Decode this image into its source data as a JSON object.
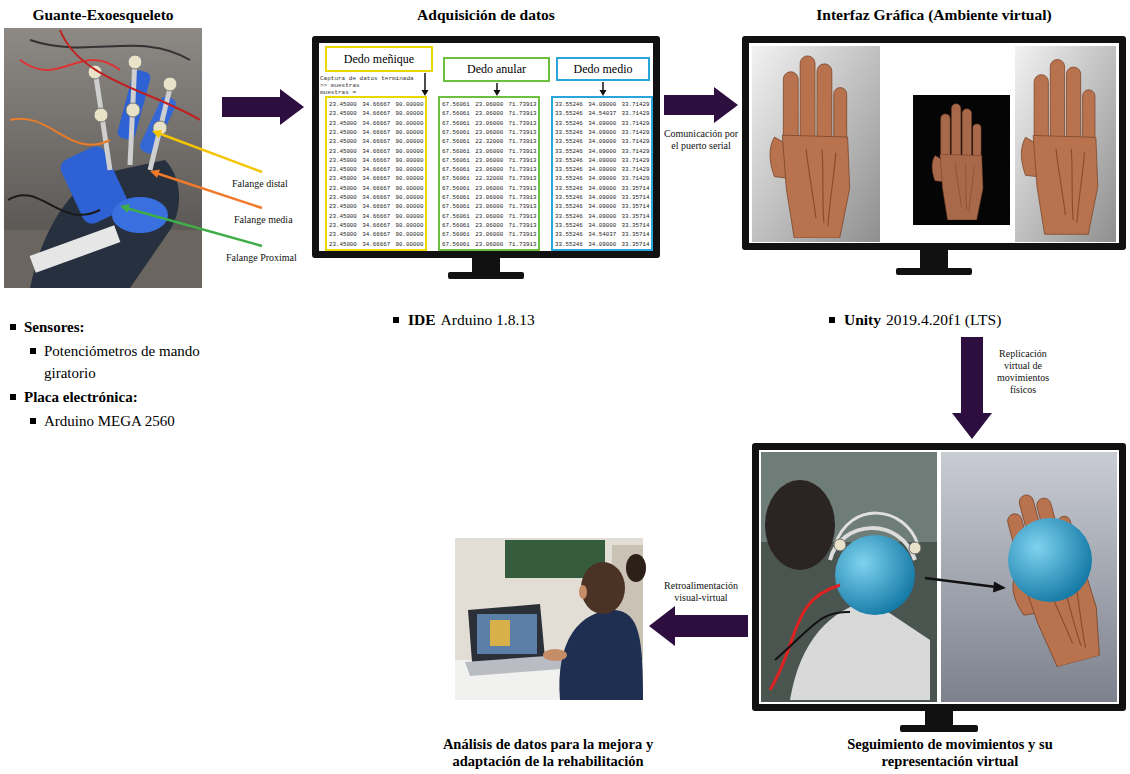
{
  "diagram": {
    "nodes": [
      {
        "text": [
          "Guante-Exoesqueleto"
        ]
      },
      {
        "text": [
          "Adquisición de datos"
        ]
      },
      {
        "text": [
          "Dedo meñique"
        ],
        "in": 1
      },
      {
        "text": [
          "Dedo anular"
        ],
        "in": 1
      },
      {
        "text": [
          "Dedo medio"
        ],
        "in": 1
      },
      {
        "text": [
          "Interfaz Gráfica (Ambiente virtual)"
        ]
      },
      {
        "text": [
          "Seguimiento de movimientos y su representación virtual"
        ]
      },
      {
        "text": [
          "Análisis de datos para la mejora y adaptación de la rehabilitación"
        ]
      }
    ],
    "edges": [
      {
        "from": 0,
        "to": 1,
        "arrow": "to"
      },
      {
        "from": 1,
        "to": 5,
        "label": "Comunicación por el puerto serial",
        "arrow": "to"
      },
      {
        "from": 5,
        "to": 6,
        "label": "Replicación virtual de movimientos físicos",
        "arrow": "to"
      },
      {
        "from": 6,
        "to": 7,
        "label": "Retroalimentación visual-virtual",
        "arrow": "to"
      }
    ],
    "labels": [
      "Falange distal",
      "Falange media",
      "Falange Proximal",
      "Sensores:",
      "Potenciómetros de mando giratorio",
      "Placa electrónica:",
      "Arduino MEGA 2560",
      "Captura de datos terminada",
      ">> muestras",
      "muestras =",
      "23.45000 34.66667 90.00000",
      "67.56061 23.06000 71.73913",
      "33.55246 34.09000 33.71429",
      "23.45000 34.66667 90.00000",
      "67.56061 23.06000 71.73913",
      "33.55246 34.54037 33.71429",
      "23.45000 34.66667 90.00000",
      "67.56061 23.06000 71.73913",
      "33.55246 34.09000 33.71429",
      "23.45000 34.66667 90.00000",
      "67.56061 23.06000 71.73913",
      "33.55246 34.09000 33.71429",
      "23.45000 34.66667 90.00000",
      "67.56061 22.32000 71.73913",
      "33.55246 34.09000 33.71429",
      "23.45000 34.66667 90.00000",
      "67.56061 23.06000 71.73913",
      "33.55246 34.09000 33.71429",
      "23.45000 34.66667 90.00000",
      "67.56061 23.06000 71.73913",
      "33.55246 34.09000 33.71429",
      "23.45000 34.66667 90.00000",
      "67.56061 23.06000 71.73913",
      "33.55246 34.09000 33.71429",
      "23.45000 34.66667 90.00000",
      "67.56061 22.32000 71.73913",
      "33.55246 34.09000 33.71429",
      "23.45000 34.66667 90.00000",
      "67.56061 23.06000 71.73913",
      "33.55246 34.09000 33.35714",
      "23.45000 34.66667 90.00000",
      "67.56061 23.06000 71.73913",
      "33.55246 34.09000 33.35714",
      "23.45000 34.66667 90.00000",
      "67.56061 23.06000 71.73913",
      "33.55246 34.09000 33.35714",
      "23.45000 34.66667 90.00000",
      "67.56061 23.06000 71.73913",
      "33.55246 34.09000 33.35714",
      "23.45000 34.66667 90.00000",
      "67.56061 23.06000 71.73913",
      "33.55246 34.09000 33.35714",
      "23.45000 34.66667 90.00000",
      "67.56061 23.06000 71.73913",
      "33.55246 34.54037 33.35714",
      "23.45000 34.66667 90.00000",
      "67.56061 23.06000 71.73913",
      "33.55246 34.09000 33.35714",
      "IDE",
      "Arduino 1.8.13",
      "Unity",
      "2019.4.20f1 (LTS)"
    ]
  }
}
